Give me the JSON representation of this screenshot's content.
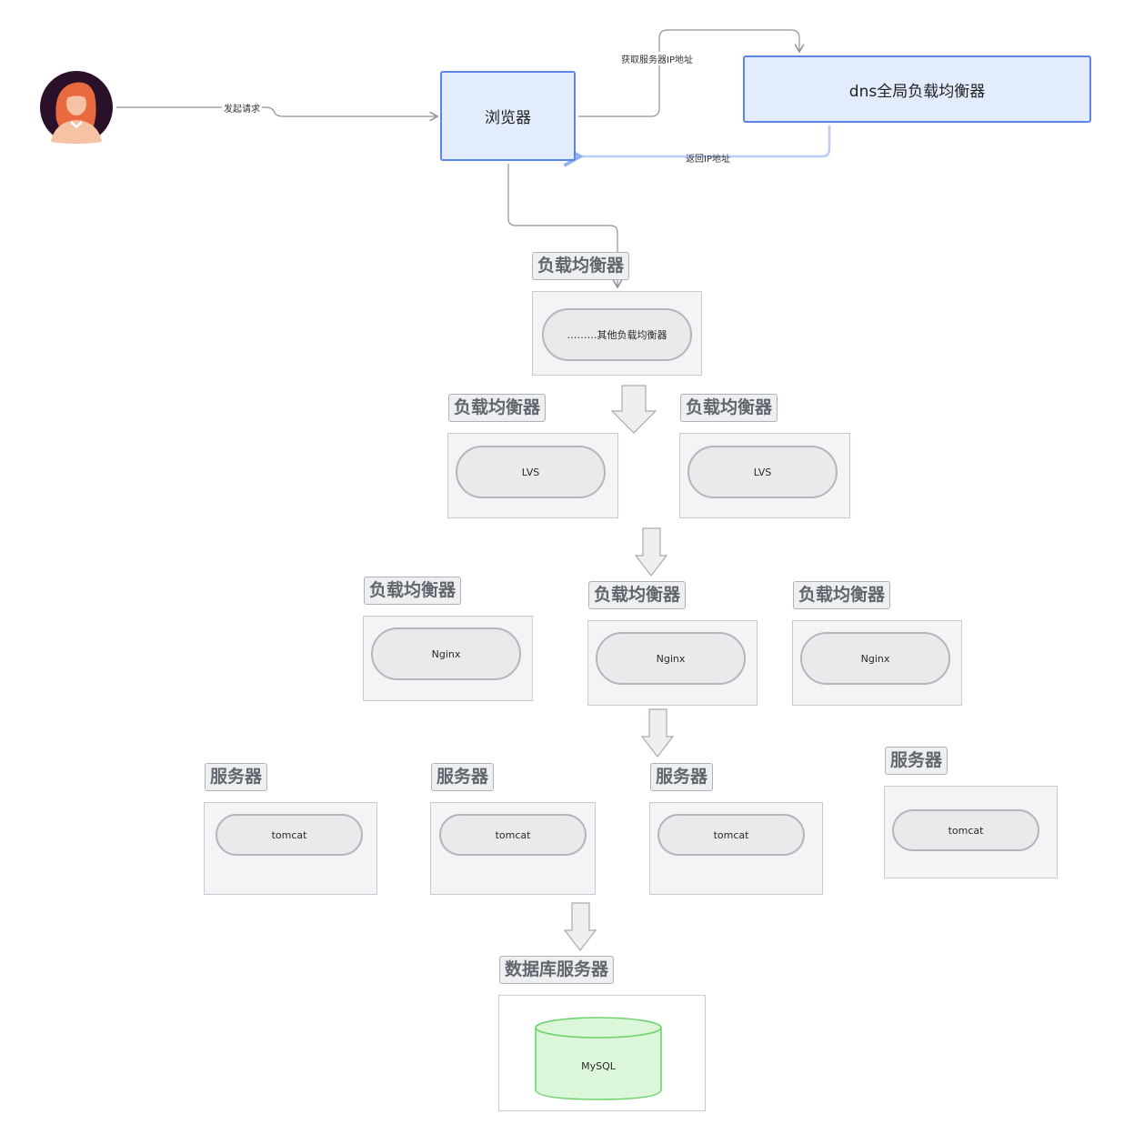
{
  "actors": {
    "user": "user-avatar"
  },
  "nodes": {
    "browser": "浏览器",
    "dns": "dns全局负载均衡器"
  },
  "edges": {
    "request": "发起请求",
    "get_ip": "获取服务器IP地址",
    "return_ip": "返回IP地址"
  },
  "groups": {
    "lb_top": {
      "label": "负载均衡器",
      "item": "………其他负载均衡器"
    },
    "lvs_left": {
      "label": "负载均衡器",
      "item": "LVS"
    },
    "lvs_right": {
      "label": "负载均衡器",
      "item": "LVS"
    },
    "nginx_1": {
      "label": "负载均衡器",
      "item": "Nginx"
    },
    "nginx_2": {
      "label": "负载均衡器",
      "item": "Nginx"
    },
    "nginx_3": {
      "label": "负载均衡器",
      "item": "Nginx"
    },
    "server_1": {
      "label": "服务器",
      "item": "tomcat"
    },
    "server_2": {
      "label": "服务器",
      "item": "tomcat"
    },
    "server_3": {
      "label": "服务器",
      "item": "tomcat"
    },
    "server_4": {
      "label": "服务器",
      "item": "tomcat"
    },
    "db": {
      "label": "数据库服务器",
      "item": "MySQL"
    }
  },
  "colors": {
    "primary_blue": "#5b85e6",
    "blue_fill": "#e3ecfd",
    "db_green": "#6fd36f",
    "db_fill": "#dbf6d8"
  },
  "icons": [
    "person-avatar-icon",
    "down-arrow-icon",
    "database-cylinder-icon"
  ]
}
